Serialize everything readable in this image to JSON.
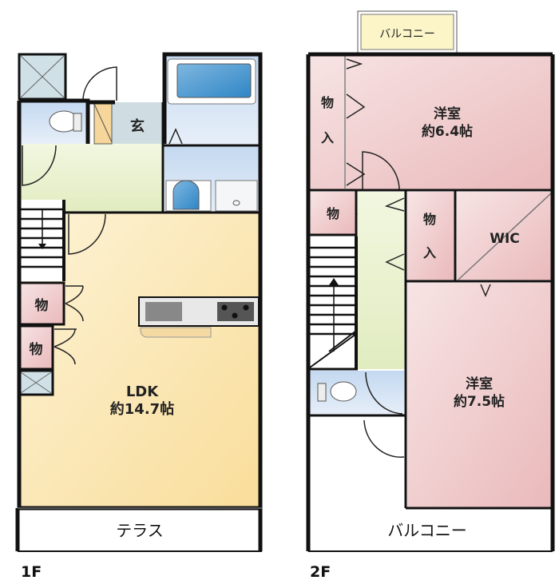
{
  "floors": [
    {
      "label": "1F",
      "rooms": {
        "ldk": {
          "name": "LDK",
          "size": "約14.7帖"
        },
        "genkan": {
          "name": "玄"
        },
        "storage1": {
          "name": "物"
        },
        "storage2": {
          "name": "物"
        },
        "terrace": {
          "name": "テラス"
        }
      }
    },
    {
      "label": "2F",
      "rooms": {
        "western1": {
          "name": "洋室",
          "size": "約6.4帖"
        },
        "western2": {
          "name": "洋室",
          "size": "約7.5帖"
        },
        "closet1": {
          "name_top": "物",
          "name_bottom": "入"
        },
        "closet2": {
          "name_top": "物",
          "name_bottom": "入"
        },
        "storage": {
          "name": "物"
        },
        "wic": {
          "name": "WIC"
        },
        "balcony_top": {
          "name": "バルコニー"
        },
        "balcony_bottom": {
          "name": "バルコニー"
        }
      }
    }
  ],
  "colors": {
    "ldk": "#fbe7b0",
    "hall": "#eef3d8",
    "wet": "#cfe0f3",
    "storage": "#f3d3d6",
    "western": "#f1cfd0",
    "balcony_top": "#fbf5c8"
  }
}
